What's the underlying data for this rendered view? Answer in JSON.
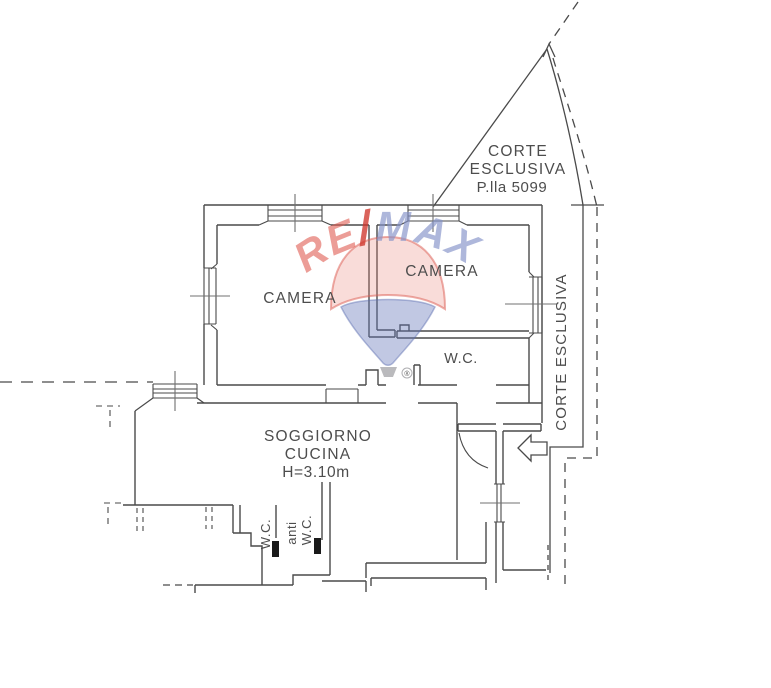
{
  "floor_plan": {
    "rooms": {
      "camera_left": "CAMERA",
      "camera_right": "CAMERA",
      "wc": "W.C.",
      "soggiorno_line1": "SOGGIORNO",
      "soggiorno_line2": "CUCINA",
      "soggiorno_height": "H=3.10m",
      "wc_small": "W.C.",
      "anti_wc_line1": "anti",
      "anti_wc_line2": "W.C."
    },
    "outdoor": {
      "corte_line1": "CORTE",
      "corte_line2": "ESCLUSIVA",
      "corte_parcel": "P.lla 5099",
      "corte_side": "CORTE ESCLUSIVA"
    },
    "watermark": {
      "re": "RE",
      "slash": "/",
      "max": "MAX",
      "registered": "®"
    },
    "colors": {
      "line": "#4A4A4A",
      "watermark_red": "#DD5A4E",
      "watermark_blue": "#6478BE",
      "background": "#FFFFFF"
    }
  }
}
